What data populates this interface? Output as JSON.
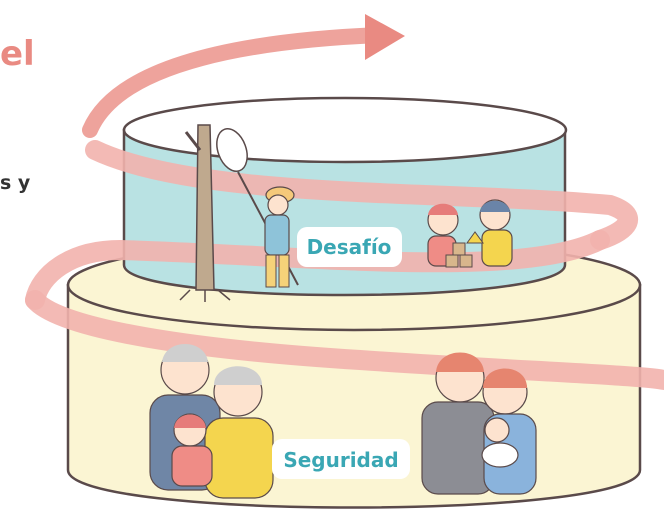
{
  "heading_fragment": "el",
  "text_fragment": "s y",
  "tiers": {
    "top": {
      "label": "Desafío",
      "color": "#b9e2e3"
    },
    "bottom": {
      "label": "Seguridad",
      "color": "#fbf5d3"
    }
  },
  "colors": {
    "ribbon": "#f2b3ad",
    "ribbon_dark": "#e98a82",
    "outline": "#5a4a4a",
    "label_bg": "#ffffff",
    "label_text": "#3aa7b4"
  },
  "icons": [
    "tree-icon",
    "butterfly-net-icon",
    "child-with-hat-icon",
    "children-playing-blocks-icon",
    "grandparents-hugging-child-icon",
    "family-with-baby-icon",
    "spiral-arrow-icon"
  ]
}
